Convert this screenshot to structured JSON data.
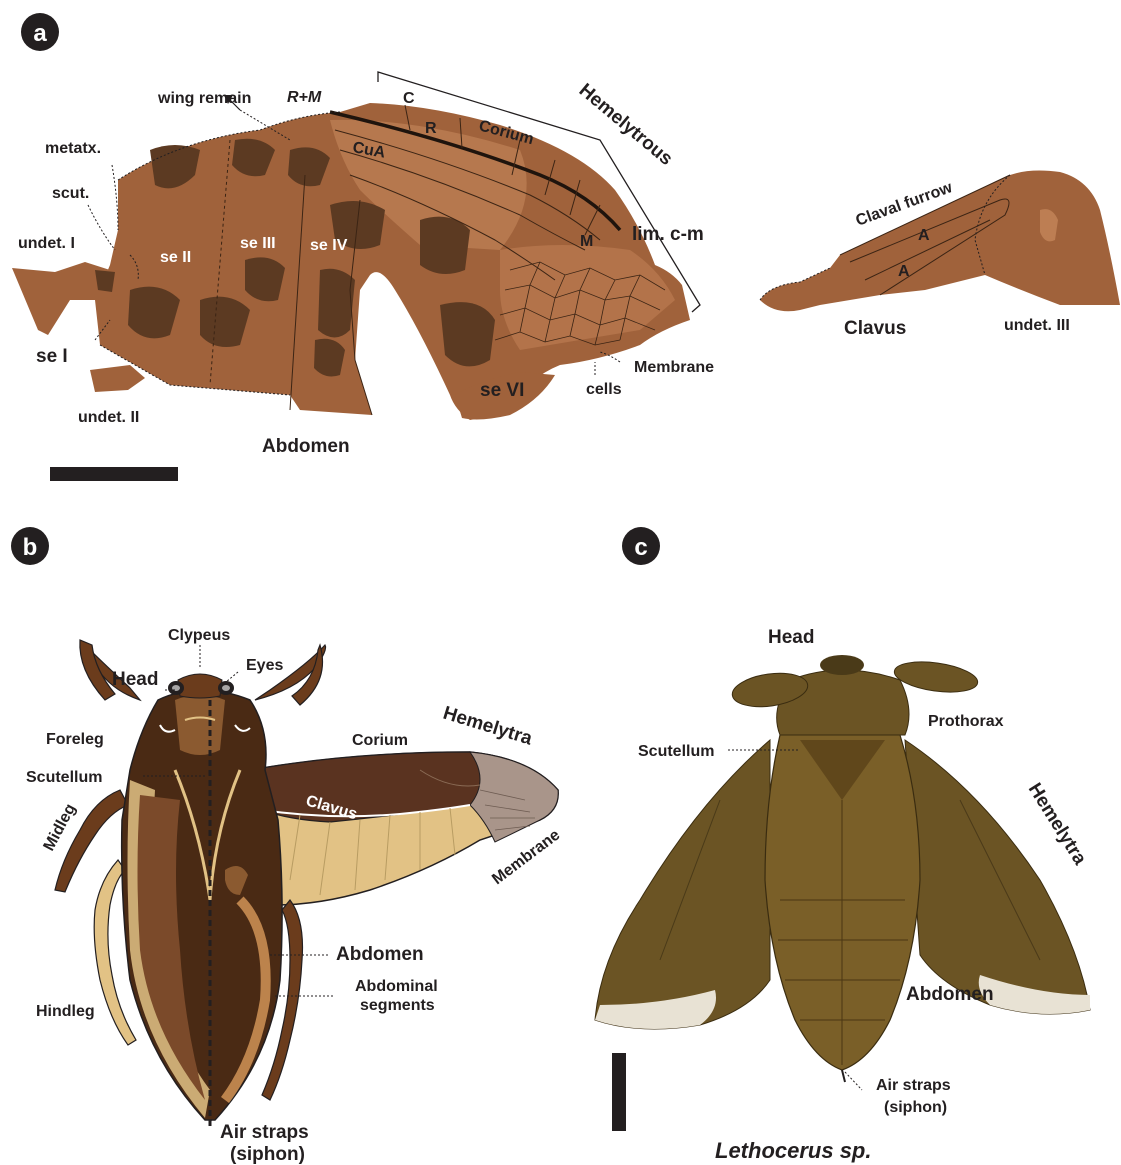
{
  "panels": {
    "a": {
      "badge": "a",
      "labels": {
        "wing_remain": "wing remain",
        "r_m": "R+M",
        "c": "C",
        "r": "R",
        "corium": "Corium",
        "hemelytrous": "Hemelytrous",
        "metatx": "metatx.",
        "scut": "scut.",
        "cua": "CuA",
        "undet_1": "undet. I",
        "se_2": "se II",
        "se_3": "se III",
        "se_4": "se IV",
        "m": "M",
        "lim_cm": "lim. c-m",
        "se_1": "se I",
        "undet_2": "undet. II",
        "se_6": "se VI",
        "cells": "cells",
        "membrane": "Membrane",
        "abdomen": "Abdomen",
        "claval_furrow": "Claval furrow",
        "a_upper": "A",
        "a_lower": "A",
        "clavus": "Clavus",
        "undet_3": "undet. III"
      }
    },
    "b": {
      "badge": "b",
      "labels": {
        "clypeus": "Clypeus",
        "head": "Head",
        "eyes": "Eyes",
        "foreleg": "Foreleg",
        "scutellum": "Scutellum",
        "midleg": "Midleg",
        "corium": "Corium",
        "hemelytra": "Hemelytra",
        "clavus": "Clavus",
        "membrane": "Membrane",
        "abdomen": "Abdomen",
        "abdominal_segments_1": "Abdominal",
        "abdominal_segments_2": "segments",
        "hindleg": "Hindleg",
        "air_straps_1": "Air straps",
        "air_straps_2": "(siphon)"
      }
    },
    "c": {
      "badge": "c",
      "labels": {
        "head": "Head",
        "prothorax": "Prothorax",
        "scutellum": "Scutellum",
        "hemelytra": "Hemelytra",
        "abdomen": "Abdomen",
        "air_straps_1": "Air straps",
        "air_straps_2": "(siphon)",
        "species": "Lethocerus sp."
      }
    }
  },
  "colors": {
    "fossil_matrix": "#a0623b",
    "fossil_dark": "#5c3a22",
    "bug_dark_brown": "#4a2a14",
    "bug_light_tan": "#e2c285",
    "membrane_gray": "#a9958a",
    "specimen_olive": "#6b5424",
    "badge_black": "#231f20"
  }
}
